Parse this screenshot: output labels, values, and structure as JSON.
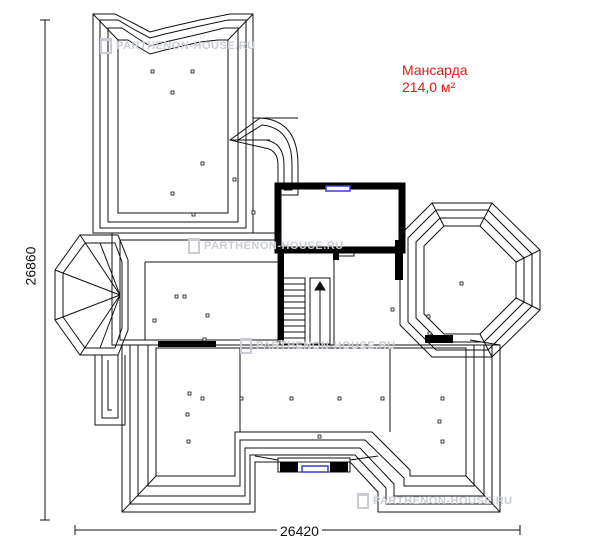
{
  "floor": {
    "name": "Мансарда",
    "area": "214,0 м²"
  },
  "dimensions": {
    "width": "26420",
    "height": "26860"
  },
  "watermark": {
    "text": "PARTHENON-HOUSE.RU"
  },
  "colors": {
    "line": "#111111",
    "wall": "#000000",
    "label": "#e0191b",
    "window": "#3a3ad0",
    "watermark": "#c9cdd3"
  }
}
